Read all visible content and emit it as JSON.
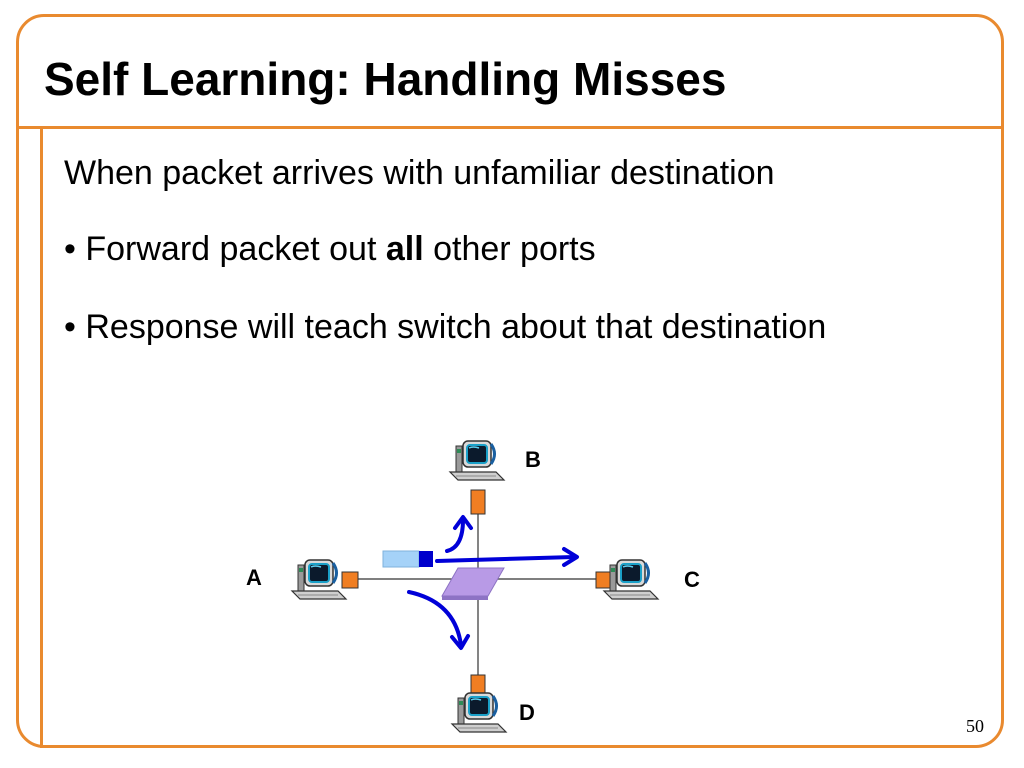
{
  "slide": {
    "title": "Self Learning: Handling Misses",
    "line1": "When packet arrives with unfamiliar destination",
    "bullet1": {
      "bullet": "• ",
      "before": "Forward packet out ",
      "bold": "all",
      "after": " other ports"
    },
    "bullet2": "• Response will teach switch about that destination",
    "page_number": "50"
  },
  "diagram": {
    "nodes": {
      "a": "A",
      "b": "B",
      "c": "C",
      "d": "D"
    },
    "colors": {
      "frame": "#e98a2f",
      "port": "#f07e22",
      "arrow": "#0000d8",
      "switch": "#b89ae6",
      "packet_body": "#a5d2f8",
      "packet_head": "#0000cc"
    }
  }
}
